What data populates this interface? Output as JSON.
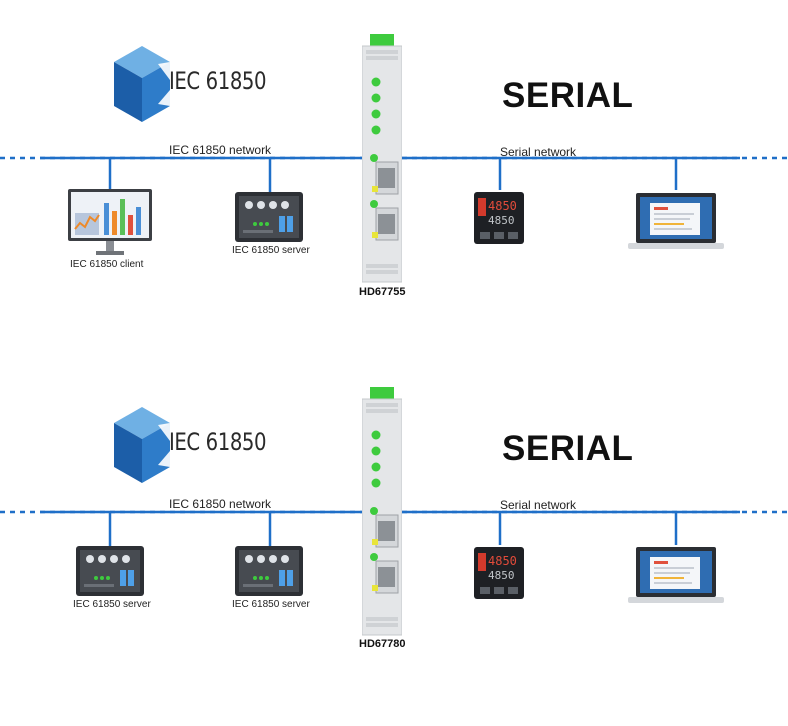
{
  "diagrams": [
    {
      "logo_text": "IEC 61850",
      "serial_title": "SERIAL",
      "left_network_label": "IEC 61850 network",
      "right_network_label": "Serial network",
      "model": "HD67755",
      "left_devices": [
        "IEC 61850 client",
        "IEC 61850 server"
      ],
      "controller_display": [
        "4850",
        "4850"
      ]
    },
    {
      "logo_text": "IEC 61850",
      "serial_title": "SERIAL",
      "left_network_label": "IEC 61850 network",
      "right_network_label": "Serial network",
      "model": "HD67780",
      "left_devices": [
        "IEC 61850 server",
        "IEC 61850 server"
      ],
      "controller_display": [
        "4850",
        "4850"
      ]
    }
  ],
  "colors": {
    "network_line": "#1f6fc8",
    "logo_blue_dark": "#1c5ea8",
    "logo_blue_light": "#6fb0e4",
    "gateway_led": "#3ecb3e",
    "gateway_body": "#e4e6e8"
  }
}
